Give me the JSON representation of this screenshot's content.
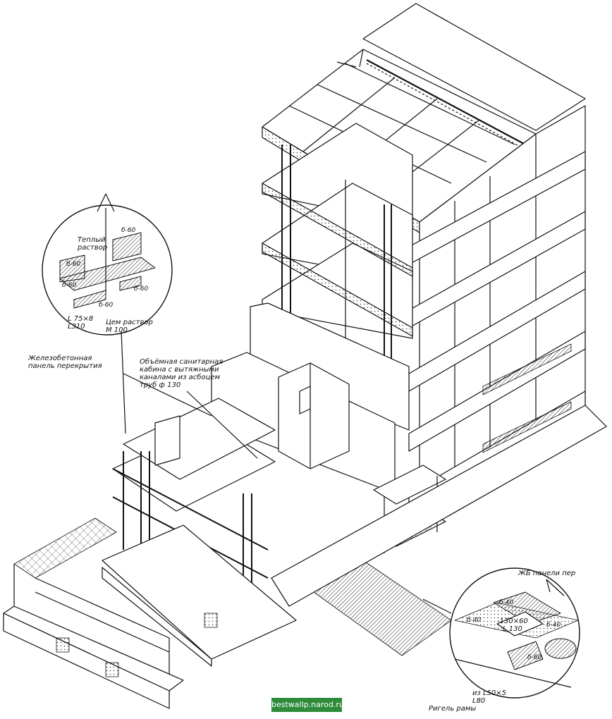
{
  "labels": {
    "warm_mortar": "Теплый\nраствор",
    "steel_angle_bl": "L 75×8\nL310",
    "cement_mortar": "Цем раствор\nМ 100",
    "floor_panel": "Железобетонная\nпанель перекрытия",
    "sanitary_cabin": "Объёмная санитарная\nкабина с вытяжными\nканалами из асбоцем\nтруб ф 130",
    "rc_panels": "ЖБ панели пер",
    "plate_size": "-130×60\nL 130",
    "angle_size": "из L50×5\nL80",
    "frame_beam": "Ригель рамы"
  },
  "weld_marks": {
    "top_left_a": "б-60",
    "top_left_b": "б-60",
    "left_a": "б-60",
    "right_a": "б-60",
    "bottom_a": "б-60",
    "right_detail_a": "б-40",
    "right_detail_b": "б-40",
    "right_detail_c": "б-40",
    "right_detail_d": "б-60"
  },
  "watermark": "bestwallp.narod.ru"
}
